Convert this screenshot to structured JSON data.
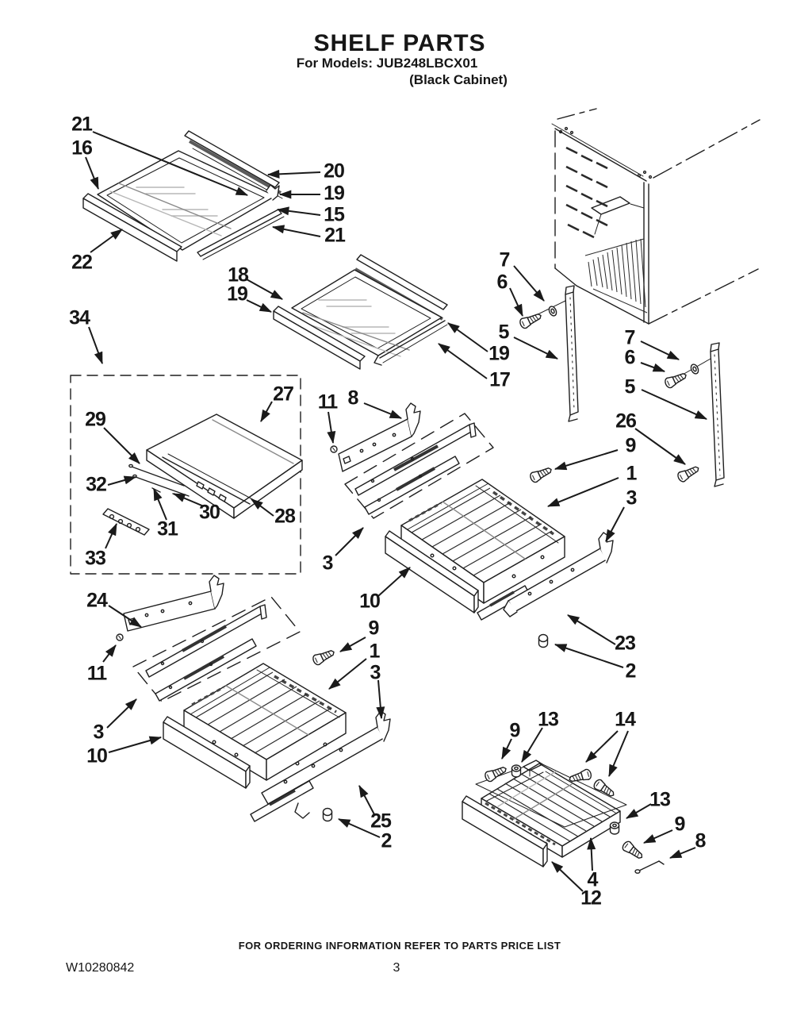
{
  "title": {
    "heading": "SHELF PARTS",
    "models_line": "For Models: JUB248LBCX01",
    "cabinet_line": "(Black Cabinet)"
  },
  "footer": {
    "ordering_note": "FOR ORDERING INFORMATION REFER TO PARTS PRICE LIST",
    "doc_number": "W10280842",
    "page_number": "3"
  },
  "colors": {
    "background": "#ffffff",
    "line_art": "#1f1f1f"
  },
  "callouts": [
    {
      "t": "21"
    },
    {
      "t": "16"
    },
    {
      "t": "20"
    },
    {
      "t": "19"
    },
    {
      "t": "15"
    },
    {
      "t": "21"
    },
    {
      "t": "22"
    },
    {
      "t": "18"
    },
    {
      "t": "19"
    },
    {
      "t": "19"
    },
    {
      "t": "17"
    },
    {
      "t": "7"
    },
    {
      "t": "6"
    },
    {
      "t": "5"
    },
    {
      "t": "7"
    },
    {
      "t": "6"
    },
    {
      "t": "5"
    },
    {
      "t": "26"
    },
    {
      "t": "9"
    },
    {
      "t": "1"
    },
    {
      "t": "3"
    },
    {
      "t": "34"
    },
    {
      "t": "27"
    },
    {
      "t": "29"
    },
    {
      "t": "32"
    },
    {
      "t": "31"
    },
    {
      "t": "30"
    },
    {
      "t": "28"
    },
    {
      "t": "33"
    },
    {
      "t": "11"
    },
    {
      "t": "8"
    },
    {
      "t": "3"
    },
    {
      "t": "10"
    },
    {
      "t": "23"
    },
    {
      "t": "2"
    },
    {
      "t": "24"
    },
    {
      "t": "11"
    },
    {
      "t": "3"
    },
    {
      "t": "10"
    },
    {
      "t": "9"
    },
    {
      "t": "1"
    },
    {
      "t": "3"
    },
    {
      "t": "25"
    },
    {
      "t": "2"
    },
    {
      "t": "9"
    },
    {
      "t": "13"
    },
    {
      "t": "14"
    },
    {
      "t": "13"
    },
    {
      "t": "9"
    },
    {
      "t": "8"
    },
    {
      "t": "4"
    },
    {
      "t": "12"
    }
  ]
}
